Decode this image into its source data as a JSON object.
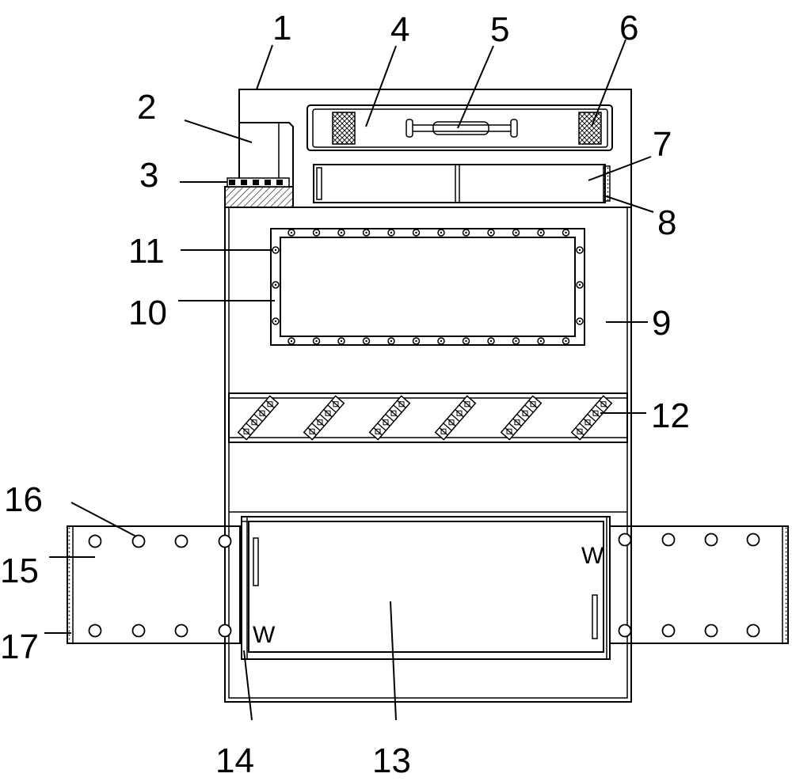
{
  "labels": {
    "l1": "1",
    "l2": "2",
    "l3": "3",
    "l4": "4",
    "l5": "5",
    "l6": "6",
    "l7": "7",
    "l8": "8",
    "l9": "9",
    "l10": "10",
    "l11": "11",
    "l12": "12",
    "l13": "13",
    "l14": "14",
    "l15": "15",
    "l16": "16",
    "l17": "17"
  },
  "spring_mark": "W"
}
